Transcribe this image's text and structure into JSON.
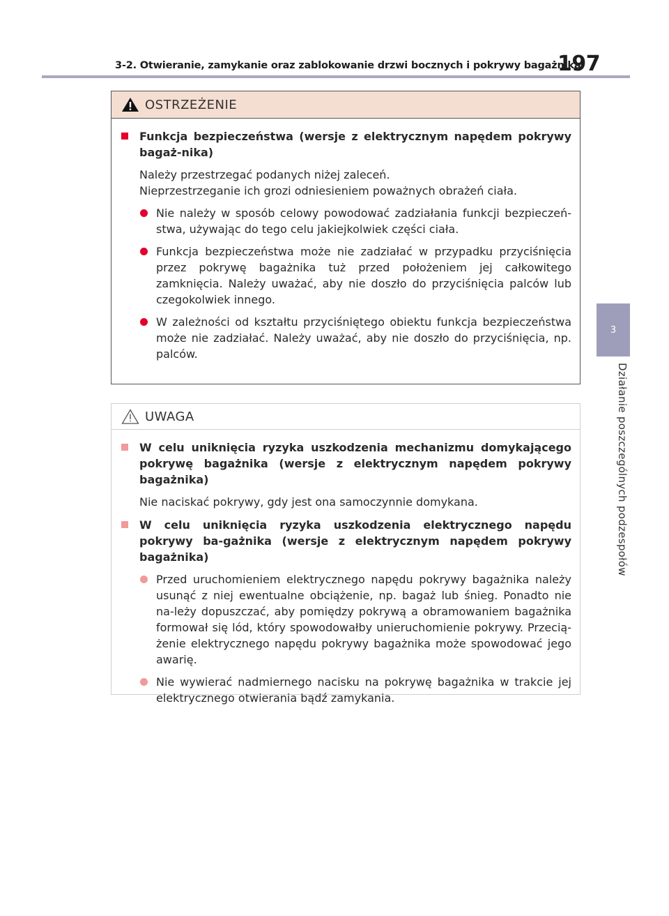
{
  "header": {
    "title": "3-2. Otwieranie, zamykanie oraz zablokowanie drzwi bocznych i pokrywy bagażnika",
    "page_number": "197"
  },
  "side": {
    "chapter_number": "3",
    "chapter_title": "Działanie poszczególnych podzespołów"
  },
  "warning": {
    "heading": "OSTRZEŻENIE",
    "section_title": "Funkcja bezpieczeństwa (wersje z elektrycznym napędem pokrywy bagaż-nika)",
    "intro_line1": "Należy przestrzegać podanych niżej zaleceń.",
    "intro_line2": "Nieprzestrzeganie ich grozi odniesieniem poważnych obrażeń ciała.",
    "bullets": [
      "Nie należy w sposób celowy powodować zadziałania funkcji bezpieczeń-stwa, używając do tego celu jakiejkolwiek części ciała.",
      "Funkcja bezpieczeństwa może nie zadziałać w przypadku przyciśnięcia przez pokrywę bagażnika tuż przed położeniem jej całkowitego zamknięcia. Należy uważać, aby nie doszło do przyciśnięcia palców lub czegokolwiek innego.",
      "W zależności od kształtu przyciśniętego obiektu funkcja bezpieczeństwa może nie zadziałać. Należy uważać, aby nie doszło do przyciśnięcia, np. palców."
    ]
  },
  "notice": {
    "heading": "UWAGA",
    "section1_title": "W celu uniknięcia ryzyka uszkodzenia mechanizmu domykającego pokrywę bagażnika (wersje z elektrycznym napędem pokrywy bagażnika)",
    "section1_text": "Nie naciskać pokrywy, gdy jest ona samoczynnie domykana.",
    "section2_title": "W celu uniknięcia ryzyka uszkodzenia elektrycznego napędu pokrywy ba-gażnika (wersje z elektrycznym napędem pokrywy bagażnika)",
    "bullets": [
      "Przed uruchomieniem elektrycznego napędu pokrywy bagażnika należy usunąć z niej ewentualne obciążenie, np. bagaż lub śnieg. Ponadto nie na-leży dopuszczać, aby pomiędzy pokrywą a obramowaniem bagażnika formował się lód, który spowodowałby unieruchomienie pokrywy. Przecią-żenie elektrycznego napędu pokrywy bagażnika może spowodować jego awarię.",
      "Nie wywierać nadmiernego nacisku na pokrywę bagażnika w trakcie jej elektrycznego otwierania bądź zamykania."
    ]
  },
  "colors": {
    "warning_accent": "#e4002b",
    "notice_accent": "#f09a9a",
    "header_rule": "#a9a8c4",
    "chapter_tab": "#9f9eba"
  }
}
